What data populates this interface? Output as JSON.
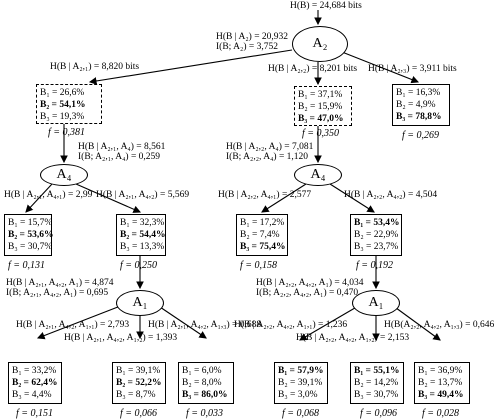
{
  "root": {
    "entropy": "H(B) = 24,684 bits"
  },
  "a2": {
    "label": "A₂",
    "h": "H(B | A₂) = 20,932",
    "i": "I(B; A₂) = 3,752",
    "branches": {
      "b1": {
        "h": "H(B | A₂,₁) = 8,820 bits",
        "f": "f = 0,381",
        "rows": [
          "B₁ = 26,6%",
          "B₂ = 54,1%",
          "B₃ = 19,3%"
        ],
        "bold_row": 1
      },
      "b2": {
        "h": "H(B | A₂,₂) = 8,201 bits",
        "f": "f = 0,350",
        "rows": [
          "B₁ = 37,1%",
          "B₂ = 15,9%",
          "B₃ = 47,0%"
        ],
        "bold_row": 2
      },
      "b3": {
        "h": "H(B | A₂,₃) = 3,911 bits",
        "f": "f = 0,269",
        "rows": [
          "B₁ = 16,3%",
          "B₂ = 4,9%",
          "B₃ = 78,8%"
        ],
        "bold_row": 2
      }
    }
  },
  "a4_left": {
    "label": "A₄",
    "h": "H(B | A₂,₁, A₄) = 8,561",
    "i": "I(B; A₂,₁, A₄) = 0,259",
    "branches": {
      "b1": {
        "h": "H(B | A₂,₁, A₄,₁) = 2,99",
        "f": "f = 0,131",
        "rows": [
          "B₁ = 15,7%",
          "B₂ = 53,6%",
          "B₃ = 30,7%"
        ],
        "bold_row": 1
      },
      "b2": {
        "h": "H(B | A₂,₁, A₄,₂) = 5,569",
        "f": "f = 0,250",
        "rows": [
          "B₁ = 32,3%",
          "B₂ = 54,4%",
          "B₃ = 13,3%"
        ],
        "bold_row": 1
      }
    }
  },
  "a4_right": {
    "label": "A₄",
    "h": "H(B | A₂,₂, A₄) = 7,081",
    "i": "I(B; A₂,₂, A₄) = 1,120",
    "branches": {
      "b1": {
        "h": "H(B | A₂,₂, A₄,₁) = 2,577",
        "f": "f = 0,158",
        "rows": [
          "B₁ = 17,2%",
          "B₂ = 7,4%",
          "B₃ = 75,4%"
        ],
        "bold_row": 2
      },
      "b2": {
        "h": "H(B | A₂,₂, A₄,₂) = 4,504",
        "f": "f = 0,192",
        "rows": [
          "B₁ = 53,4%",
          "B₂ = 22,9%",
          "B₃ = 23,7%"
        ],
        "bold_row": 0
      }
    }
  },
  "a1_left": {
    "label": "A₁",
    "h": "H(B | A₂,₁, A₄,₂, A₁) = 4,874",
    "i": "I(B; A₂,₁, A₄,₂, A₁) = 0,695",
    "branches": {
      "b1": {
        "h": "H(B | A₂,₁, A₄,₂, A₁,₁) = 2,793",
        "f": "f = 0,151",
        "rows": [
          "B₁ = 33,2%",
          "B₂ = 62,4%",
          "B₃ = 4,4%"
        ],
        "bold_row": 1
      },
      "b2": {
        "h": "H(B | A₂,₁, A₄,₂, A₁,₂) = 1,393",
        "f": "f = 0,066",
        "rows": [
          "B₁ = 39,1%",
          "B₂ = 52,2%",
          "B₃ = 8,7%"
        ],
        "bold_row": 1
      },
      "b3": {
        "h": "H(B | A₂,₁, A₄,₂, A₁,₃) = 0,688",
        "f": "f = 0,033",
        "rows": [
          "B₁ = 6,0%",
          "B₂ = 8,0%",
          "B₃ = 86,0%"
        ],
        "bold_row": 2
      }
    }
  },
  "a1_right": {
    "label": "A₁",
    "h": "H(B | A₂,₂, A₄,₂, A₁) = 4,034",
    "i": "I(B; A₂,₂, A₄,₂, A₁) = 0,470",
    "branches": {
      "b1": {
        "h": "H(B | A₂,₂, A₄,₂, A₁,₁) = 1,236",
        "f": "f = 0,068",
        "rows": [
          "B₁ = 57,9%",
          "B₂ = 39,1%",
          "B₃ = 3,0%"
        ],
        "bold_row": 0
      },
      "b2": {
        "h": "H(B | A₂,₂, A₄,₂, A₁,₂) = 2,153",
        "f": "f = 0,096",
        "rows": [
          "B₁ = 55,1%",
          "B₂ = 14,2%",
          "B₃ = 30,7%"
        ],
        "bold_row": 0
      },
      "b3": {
        "h": "H(B(A₂,₂, A₄,₂, A₁,₃) = 0,646",
        "f": "f = 0,028",
        "rows": [
          "B₁ = 36,9%",
          "B₂ = 13,7%",
          "B₃ = 49,4%"
        ],
        "bold_row": 2
      }
    }
  }
}
